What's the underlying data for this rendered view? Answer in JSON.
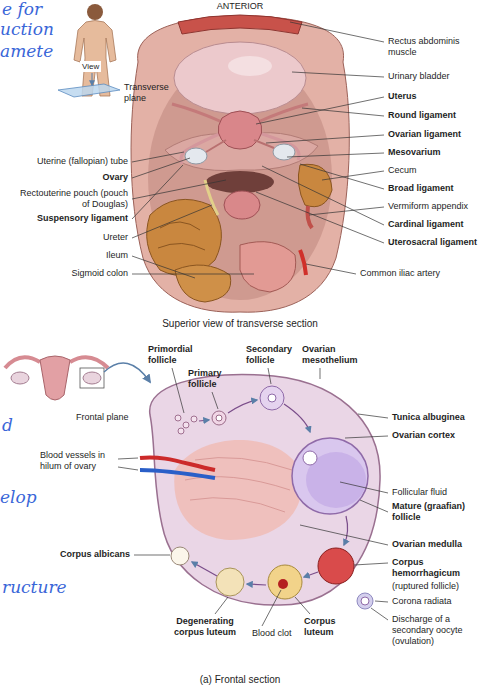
{
  "diagram": {
    "labels": [
      "e for",
      "uction",
      "amete",
      "View",
      "Transverse plane",
      "ANTERIOR",
      "Rectus abdominis muscle",
      "Urinary bladder",
      "Uterus",
      "Round ligament",
      "Ovarian ligament",
      "Mesovarium",
      "Cecum",
      "Broad ligament",
      "Vermiform appendix",
      "Cardinal ligament",
      "Uterosacral ligament",
      "Common iliac artery",
      "Uterine (fallopian) tube",
      "Ovary",
      "Rectouterine pouch (pouch of Douglas)",
      "Suspensory ligament",
      "Ureter",
      "Ileum",
      "Sigmoid colon",
      "Superior view of transverse section",
      "Primordial follicle",
      "Primary follicle",
      "Secondary follicle",
      "Ovarian mesothelium",
      "Frontal plane",
      "d",
      "Tunica albuginea",
      "Ovarian cortex",
      "Follicular fluid",
      "Mature (graafian) follicle",
      "Ovarian medulla",
      "Blood vessels in hilum of ovary",
      "elop",
      "Corpus albicans",
      "Corpus hemorrhagicum",
      "(ruptured follicle)",
      "Corona radiata",
      "Discharge of a secondary oocyte (ovulation)",
      "ructure",
      "Degenerating corpus luteum",
      "Blood clot",
      "Corpus luteum",
      "(a) Frontal section"
    ]
  }
}
